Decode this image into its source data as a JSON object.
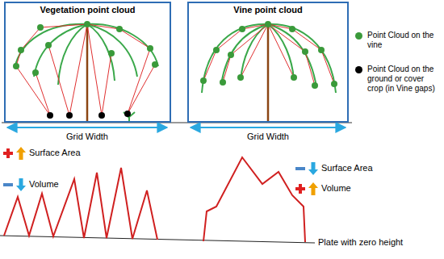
{
  "diagram": {
    "nodes": [
      {
        "text": [
          "Vegetation point cloud"
        ]
      },
      {
        "text": [
          "Vine point cloud"
        ]
      }
    ],
    "labels": [
      "Grid Width",
      "Grid Width",
      "Surface Area",
      "Volume",
      "Surface Area",
      "Volume",
      "Plate with zero height"
    ],
    "legend": [
      {
        "text": "Point Cloud on the vine",
        "color": "#3a9a3a"
      },
      {
        "text": "Point Cloud on the ground or cover crop (in Vine gaps)",
        "color": "#000000"
      }
    ]
  }
}
